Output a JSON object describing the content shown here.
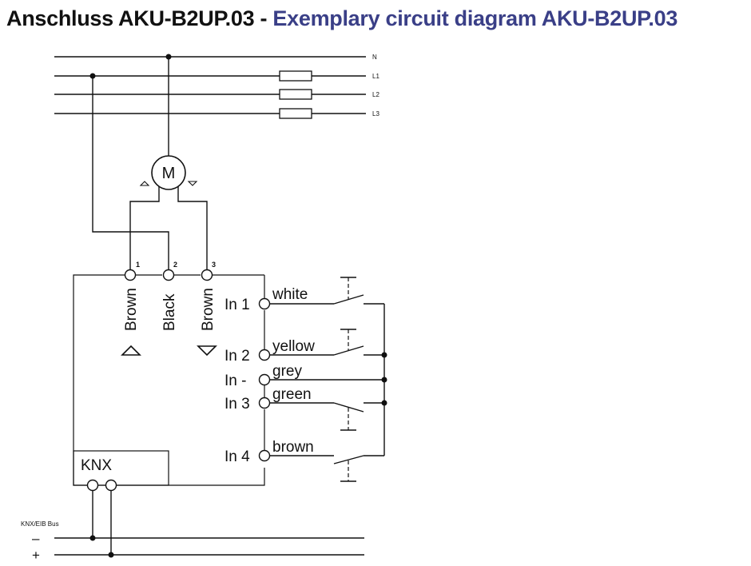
{
  "title": {
    "de": "Anschluss AKU-B2UP.03",
    "separator": " - ",
    "en": "Exemplary circuit diagram AKU-B2UP.03",
    "color_de": "#111111",
    "color_en": "#3a3f87"
  },
  "mains": {
    "n": "N",
    "l1": "L1",
    "l2": "L2",
    "l3": "L3"
  },
  "motor": {
    "label": "M"
  },
  "terminals": {
    "t1": "1",
    "t2": "2",
    "t3": "3"
  },
  "wires": {
    "w1": "Brown",
    "w2": "Black",
    "w3": "Brown"
  },
  "inputs": {
    "in1": "In 1",
    "in2": "In 2",
    "in_minus": "In -",
    "in3": "In 3",
    "in4": "In 4"
  },
  "input_wires": {
    "white": "white",
    "yellow": "yellow",
    "grey": "grey",
    "green": "green",
    "brown": "brown"
  },
  "knx": {
    "label": "KNX"
  },
  "bus": {
    "label": "KNX/EIB Bus",
    "minus": "–",
    "plus": "+"
  }
}
